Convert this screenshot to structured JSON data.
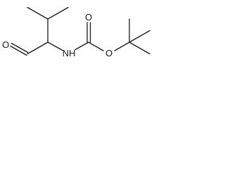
{
  "molecule": {
    "atoms": {
      "aldehyde_oxygen": "O",
      "amine_nh": "NH",
      "carbonyl_oxygen": "O",
      "ester_oxygen": "O"
    },
    "colors": {
      "bond": "#1a1a1a",
      "label": "#1a1a1a",
      "background": "#ffffff"
    }
  }
}
